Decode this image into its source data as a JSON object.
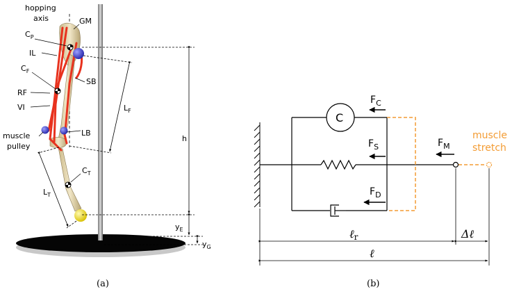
{
  "panel_a": {
    "caption": "(a)",
    "labels": {
      "hopping_axis": [
        "hopping",
        "axis"
      ],
      "gm": "GM",
      "cp": "C",
      "cp_sub": "P",
      "il": "IL",
      "cf": "C",
      "cf_sub": "F",
      "sb": "SB",
      "rf": "RF",
      "vi": "VI",
      "lf": "L",
      "lf_sub": "F",
      "muscle_pulley": [
        "muscle",
        "pulley"
      ],
      "lb": "LB",
      "h": "h",
      "ct": "C",
      "ct_sub": "T",
      "lt": "L",
      "lt_sub": "T",
      "ye": "y",
      "ye_sub": "E",
      "yg": "y",
      "yg_sub": "G"
    }
  },
  "panel_b": {
    "caption": "(b)",
    "labels": {
      "c": "C",
      "fc": "F",
      "fc_sub": "C",
      "fs": "F",
      "fs_sub": "S",
      "fd": "F",
      "fd_sub": "D",
      "fm": "F",
      "fm_sub": "M",
      "muscle_stretch": [
        "muscle",
        "stretch"
      ],
      "lr": "ℓ",
      "lr_sub": "r",
      "dl": "Δℓ",
      "l": "ℓ"
    },
    "colors": {
      "accent": "#f39c34",
      "muscle": "#e8321e",
      "joint_blue": "#3a3ad0",
      "foot_yellow": "#f2e01a"
    }
  }
}
